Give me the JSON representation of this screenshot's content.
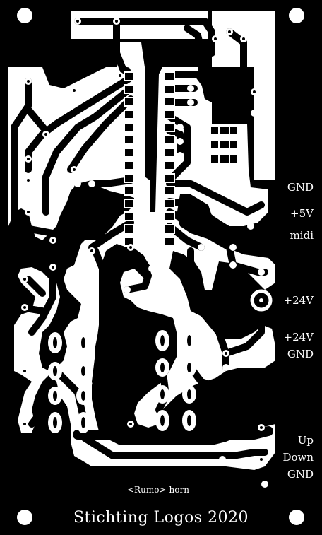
{
  "board": {
    "title": "Stichting Logos 2020",
    "author": "<Rumo>-horn",
    "connectors": [
      {
        "id": "gnd-top",
        "label": "GND"
      },
      {
        "id": "plus5v",
        "label": "+5V"
      },
      {
        "id": "midi",
        "label": "midi"
      },
      {
        "id": "plus24v-a",
        "label": "+24V"
      },
      {
        "id": "plus24v-b",
        "label": "+24V"
      },
      {
        "id": "gnd-mid",
        "label": "GND"
      },
      {
        "id": "up",
        "label": "Up"
      },
      {
        "id": "down",
        "label": "Down"
      },
      {
        "id": "gnd-bottom",
        "label": "GND"
      }
    ]
  },
  "colors": {
    "copper": "#000000",
    "background": "#ffffff",
    "silk": "#ffffff"
  }
}
